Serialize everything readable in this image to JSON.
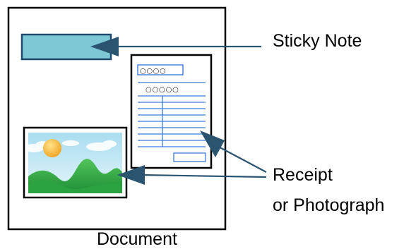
{
  "labels": {
    "sticky_note": "Sticky Note",
    "receipt_line1": "Receipt",
    "receipt_line2": "or Photograph",
    "document": "Document"
  },
  "receipt": {
    "header_marks": "○○○○",
    "subheader_marks": "○○○○○"
  },
  "colors": {
    "sticky_note_fill": "#7EC8D6",
    "sticky_note_stroke": "#1F4A6E",
    "arrow": "#2A5470",
    "receipt_lines": "#3B7BD9",
    "sky": "#BFE6F2",
    "sun": "#F5B338",
    "hills": "#34B04A",
    "frame": "#000000"
  }
}
